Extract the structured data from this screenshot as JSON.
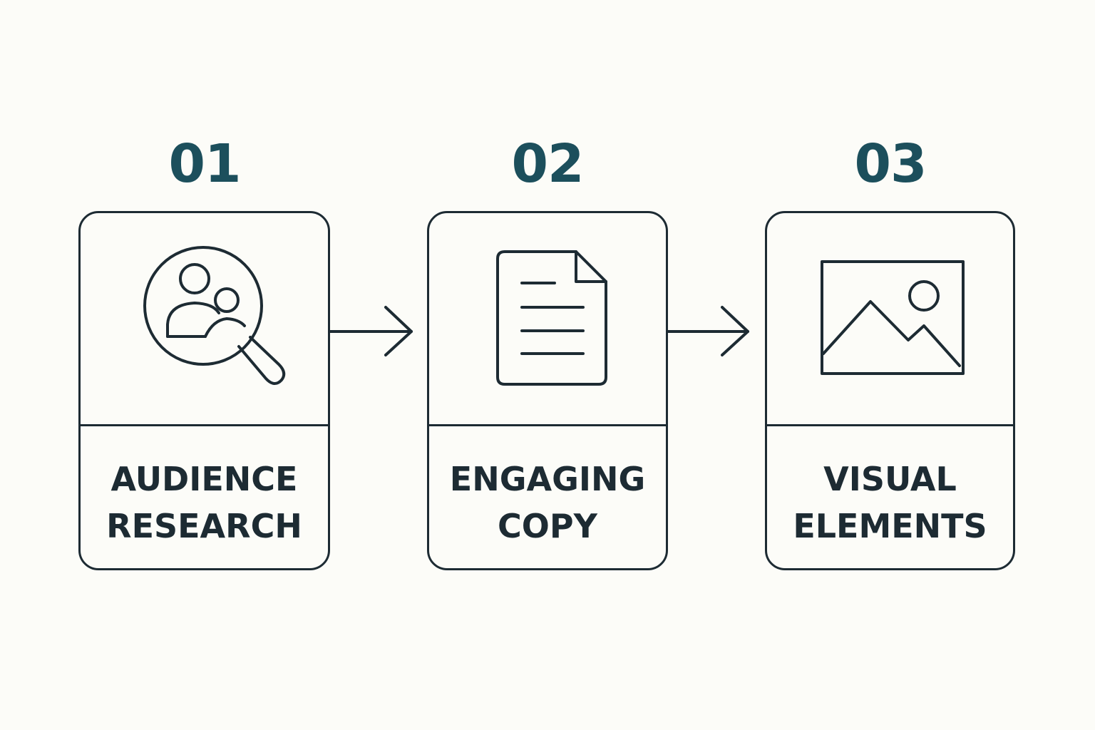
{
  "steps": [
    {
      "number": "01",
      "label_line1": "AUDIENCE",
      "label_line2": "RESEARCH",
      "icon": "audience-search-icon"
    },
    {
      "number": "02",
      "label_line1": "ENGAGING",
      "label_line2": "COPY",
      "icon": "document-icon"
    },
    {
      "number": "03",
      "label_line1": "VISUAL",
      "label_line2": "ELEMENTS",
      "icon": "image-icon"
    }
  ],
  "colors": {
    "background": "#fcfcf8",
    "number": "#1c4f5c",
    "stroke": "#1d2b33"
  }
}
